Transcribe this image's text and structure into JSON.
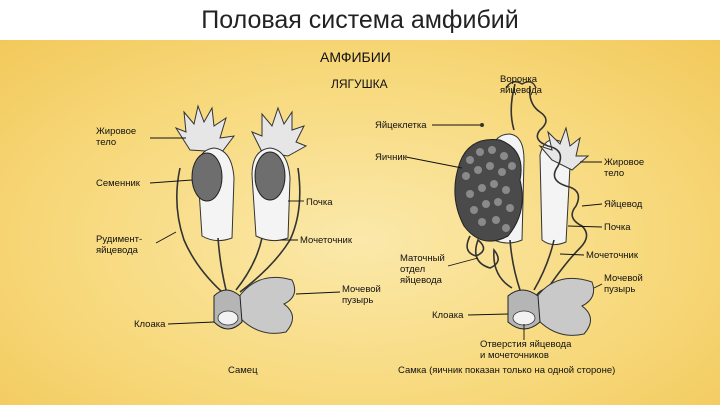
{
  "slide": {
    "title": "Половая система амфибий"
  },
  "figure": {
    "header": "АМФИБИИ",
    "subheader": "ЛЯГУШКА",
    "male": {
      "caption": "Самец",
      "labels": {
        "fat_body": [
          "Жировое",
          "тело"
        ],
        "testis": "Семенник",
        "kidney": "Почка",
        "rudimentary_oviduct": [
          "Рудимент-",
          "яйцевода"
        ],
        "ureter": "Мочеточник",
        "bladder": [
          "Мочевой",
          "пузырь"
        ],
        "cloaca": "Клоака"
      }
    },
    "female": {
      "caption": "Самка (яичник показан только на одной стороне)",
      "labels": {
        "oviduct_funnel": [
          "Воронка",
          "яйцевода"
        ],
        "egg": "Яйцеклетка",
        "ovary": "Яичник",
        "fat_body": [
          "Жировое",
          "тело"
        ],
        "oviduct": "Яйцевод",
        "kidney": "Почка",
        "uterine_part": [
          "Маточный",
          "отдел",
          "яйцевода"
        ],
        "ureter": "Мочеточник",
        "bladder": [
          "Мочевой",
          "пузырь"
        ],
        "cloaca": "Клоака",
        "openings": [
          "Отверстия яйцевода",
          "и мочеточников"
        ]
      }
    }
  }
}
